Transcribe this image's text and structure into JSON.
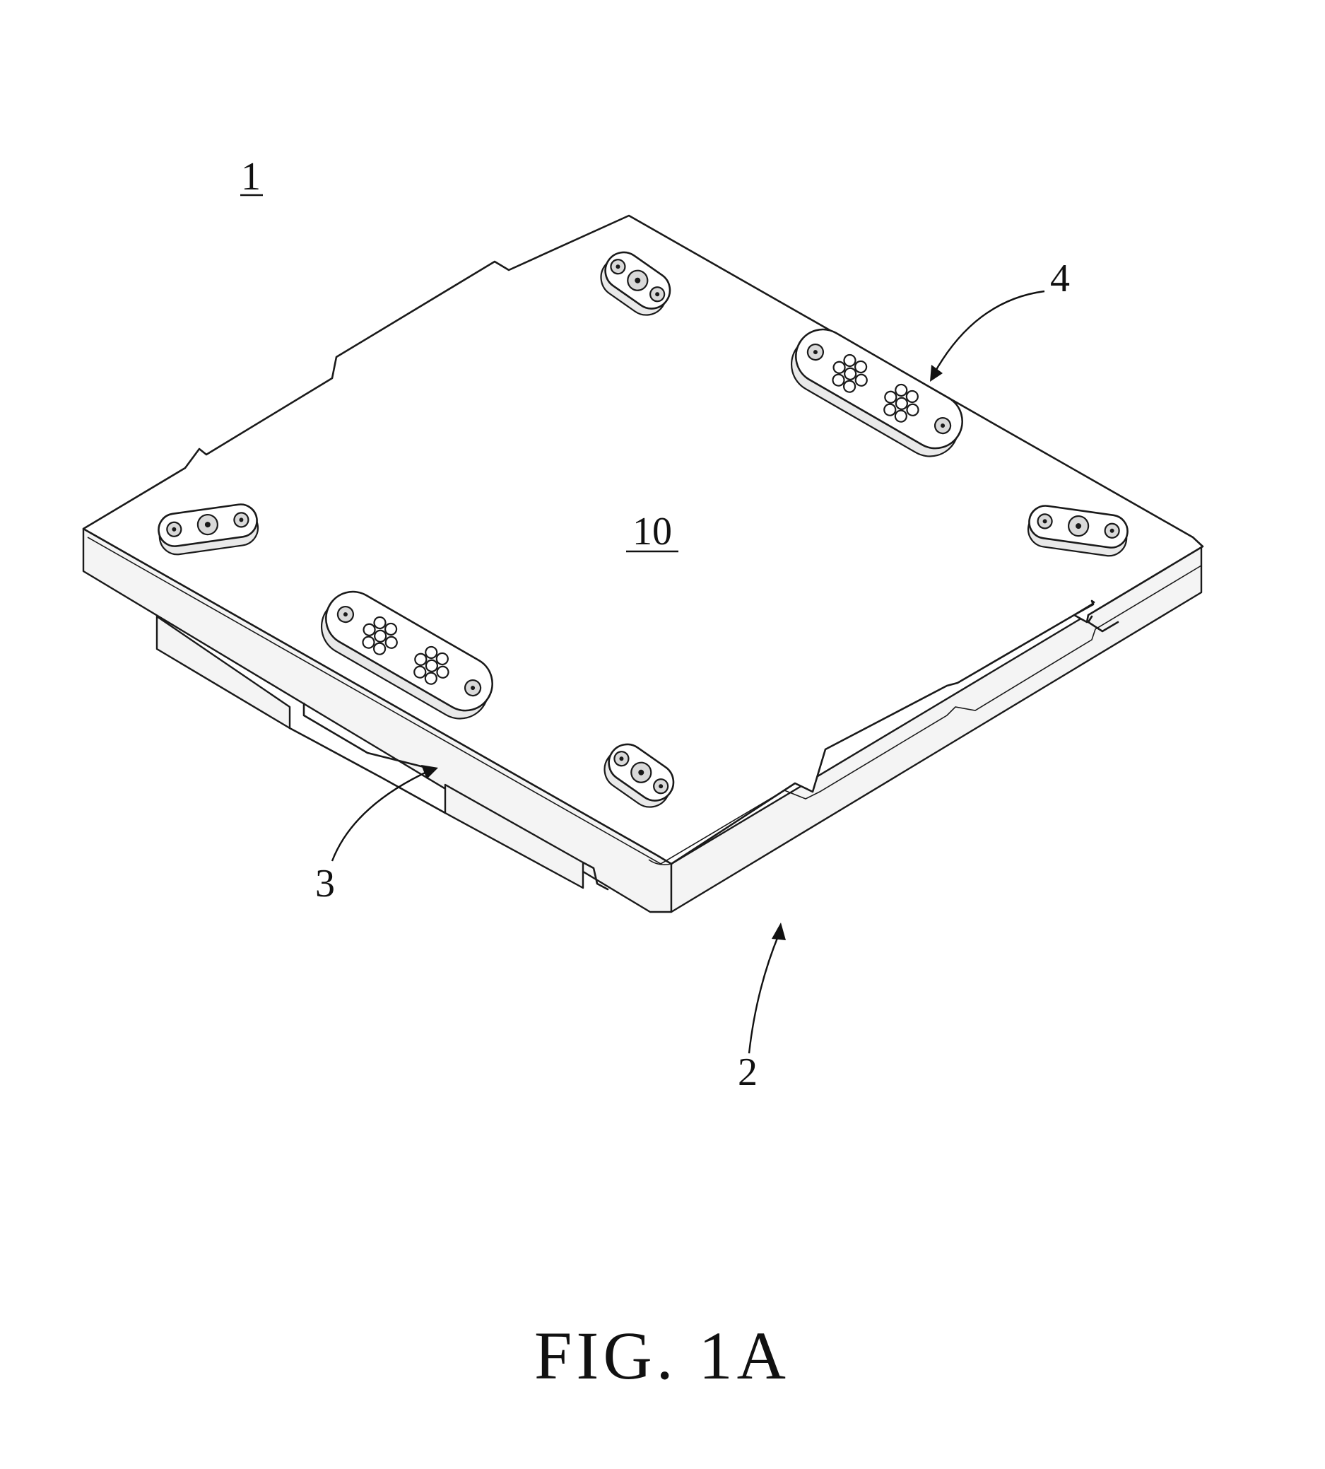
{
  "figure": {
    "caption": "FIG. 1A",
    "labels": {
      "assembly": "1",
      "surface": "10",
      "base": "2",
      "connector": "3",
      "pad": "4"
    }
  }
}
